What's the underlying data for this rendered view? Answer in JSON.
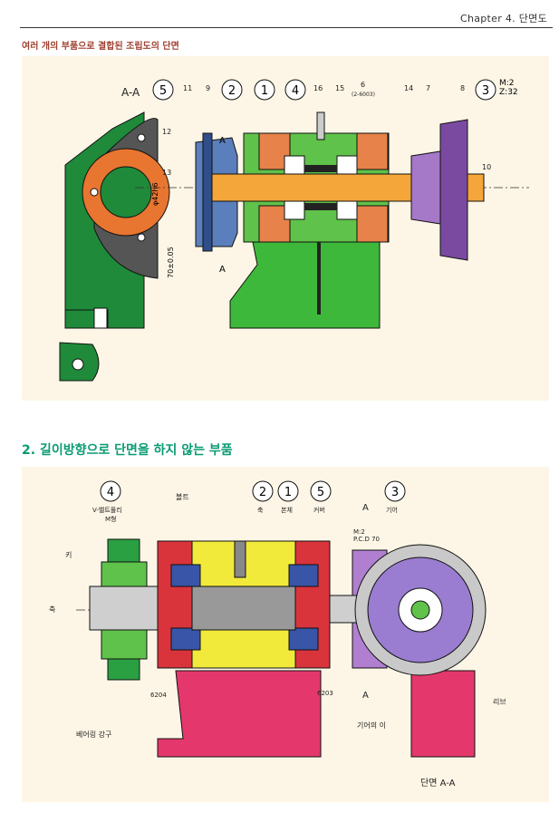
{
  "header": {
    "chapter": "Chapter 4. 단면도"
  },
  "caption1": "여러 개의 부품으로 결합된 조립도의 단면",
  "figure1": {
    "section_label": "A-A",
    "balloons": [
      "5",
      "2",
      "1",
      "4",
      "3"
    ],
    "part_numbers": [
      "11",
      "9",
      "16",
      "15",
      "6",
      "14",
      "7",
      "8",
      "12",
      "13",
      "10"
    ],
    "bearing_note": "(2-6003)",
    "gear_spec": [
      "M:2",
      "Z:32"
    ],
    "cut_marks": [
      "A",
      "A"
    ],
    "dim_vertical_1": "φ42h6",
    "dim_vertical_2": "70±0.05"
  },
  "section2_title": "2. 길이방향으로 단면을 하지 않는 부품",
  "figure2": {
    "balloons": [
      "4",
      "2",
      "1",
      "5",
      "3"
    ],
    "labels": {
      "pulley": "V-벨트풀리",
      "pulley_type": "M형",
      "bolt": "볼트",
      "shaft": "축",
      "body": "본체",
      "cover": "커버",
      "gear": "기어",
      "key": "키",
      "shaft_left": "축",
      "bearing_left": "6204",
      "bearing_right": "6203",
      "gear_tooth": "기어의 이",
      "ball": "베어링 강구",
      "rib": "리브",
      "section": "단면 A-A"
    },
    "gear_spec": [
      "M:2",
      "P.C.D 70"
    ],
    "cut_marks": [
      "A",
      "A"
    ]
  }
}
